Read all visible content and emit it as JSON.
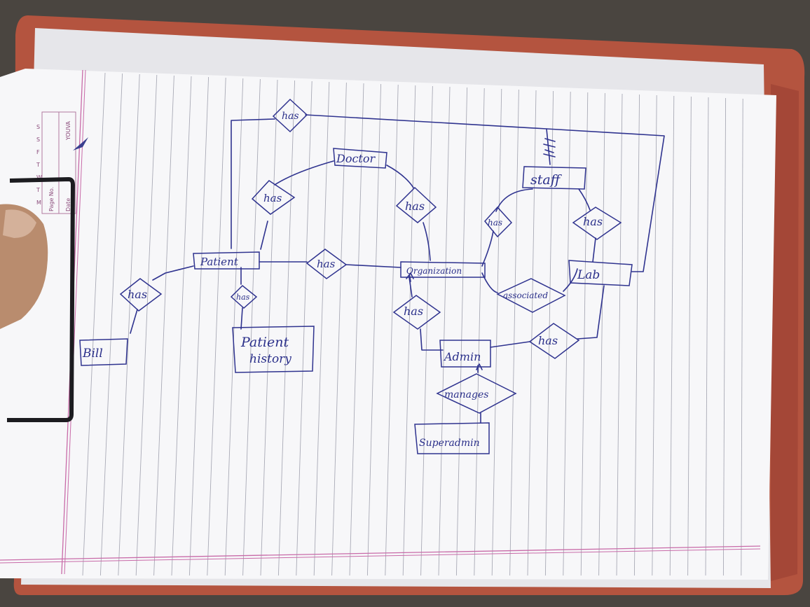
{
  "notebook": {
    "brand": "YOUVA",
    "page_no_label": "Page No.",
    "date_label": "Date",
    "weekdays": [
      "M",
      "T",
      "W",
      "T",
      "F",
      "S",
      "S"
    ]
  },
  "diagram": {
    "entities": {
      "doctor": "Doctor",
      "staff": "staff",
      "patient": "Patient",
      "organization": "Organization",
      "lab": "Lab",
      "bill": "Bill",
      "patient_history_line1": "Patient",
      "patient_history_line2": "history",
      "admin": "Admin",
      "superadmin": "Superadmin"
    },
    "relationships": {
      "top_has": "has",
      "patient_doctor_has": "has",
      "doctor_org_has": "has",
      "staff_org_has": "has",
      "staff_lab_has": "has",
      "patient_org_has": "has",
      "patient_bill_has": "has",
      "patient_history_has": "has",
      "org_admin_has": "has",
      "org_lab_associated": "associated",
      "admin_lab_has": "has",
      "admin_superadmin_manages": "manages"
    }
  },
  "colors": {
    "ink": "#2f338f",
    "paper": "#f7f7f9",
    "rule": "#a9aab6",
    "margin_line": "#c86aa8",
    "clipboard": "#b5523f"
  }
}
